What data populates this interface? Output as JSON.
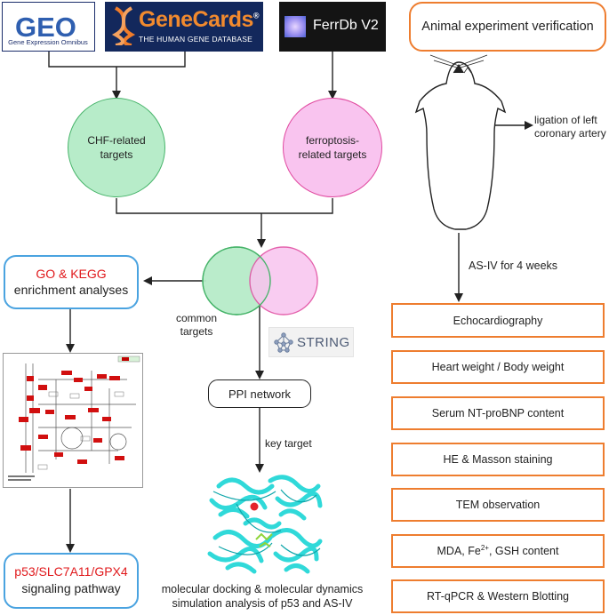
{
  "logos": {
    "geo": {
      "big": "GEO",
      "sub": "Gene Expression Omnibus"
    },
    "genecards": {
      "big": "GeneCards",
      "reg": "®",
      "sub": "THE HUMAN GENE DATABASE"
    },
    "ferrdb": {
      "big": "FerrDb V2"
    }
  },
  "circles": {
    "chf": "CHF-related targets",
    "ferroptosis": "ferroptosis-related targets"
  },
  "enrichment": {
    "line1": "GO & KEGG",
    "line2": "enrichment analyses"
  },
  "common_targets": "common targets",
  "string_logo": "STRING",
  "ppi": "PPI network",
  "key_target": "key target",
  "pathway": {
    "line1": "p53/SLC7A11/GPX4",
    "line2": "signaling pathway"
  },
  "docking": {
    "line1": "molecular docking & molecular dynamics",
    "line2": "simulation analysis of p53 and AS-IV"
  },
  "animal_title": "Animal experiment verification",
  "ligation": {
    "line1": "ligation of left",
    "line2": "coronary artery"
  },
  "treatment": "AS-IV for 4 weeks",
  "assays": [
    "Echocardiography",
    "Heart weight / Body weight",
    "Serum NT-proBNP content",
    "HE & Masson staining",
    "TEM observation",
    "MDA, Fe2+, GSH content",
    "RT-qPCR & Western Blotting"
  ],
  "colors": {
    "green_fill": "#b7ecc9",
    "green_stroke": "#47b46a",
    "pink_fill": "#f9c4ef",
    "pink_stroke": "#e0489f",
    "blue_border": "#4aa3e0",
    "orange_border": "#ee7d2f",
    "red_text": "#e0181b",
    "protein": "#1fd6d6"
  }
}
